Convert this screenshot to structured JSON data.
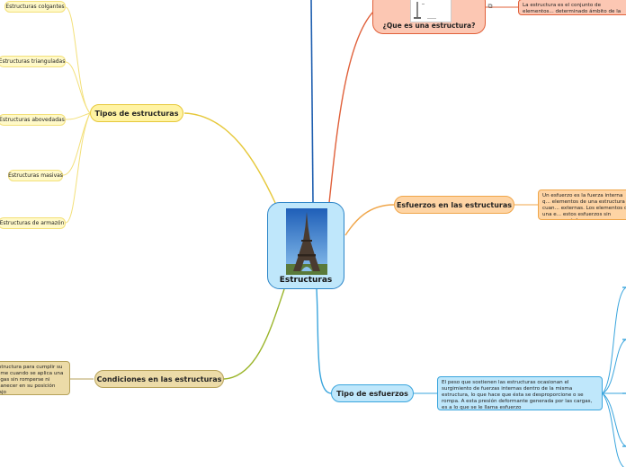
{
  "central": {
    "title": "Estructuras",
    "image": "eiffel-tower-photo"
  },
  "topics": {
    "tipos": {
      "label": "Tipos de estructuras"
    },
    "que_es": {
      "label": "¿Que es una estructura?",
      "note": "La estructura es el conjunto de elementos... determinado ámbito de la realidad o siste..."
    },
    "esfuerzos": {
      "label": "Esfuerzos en las estructuras",
      "note": "Un esfuerzo es la fuerza interna q... elementos de una estructura cuan... externas. Los elementos de una e... estos esfuerzos sin romperse ni d..."
    },
    "condiciones": {
      "label": "Condiciones en las estructuras",
      "note": "estructura para cumplir su ...me cuando se aplica una ...gas sin romperse ni ...anecer en su posición bajo"
    },
    "tipo_esfuerzo": {
      "label": "Tipo de esfuerzos",
      "note": "El peso que sostienen las estructuras ocasionan el surgimiento de fuerzas internas dentro de la misma estructura, lo que hace que ésta se desproporcione o se rompa. A esta presión deformante generada por las cargas, es a lo que se le llama esfuerzo"
    }
  },
  "tipos_items": [
    "Estructuras colgantes",
    "Estructuras trianguladas",
    "Estructuras abovedadas",
    "Estructuras masivas",
    "Estructuras de armazón"
  ],
  "colors": {
    "yellow": "#e6c83a",
    "orange": "#f0a64a",
    "red": "#e0603a",
    "green": "#9bb52a",
    "blue": "#3aa5dd",
    "dark_blue": "#1f5fb0"
  },
  "icons": {
    "note_link": "external-link-icon"
  }
}
